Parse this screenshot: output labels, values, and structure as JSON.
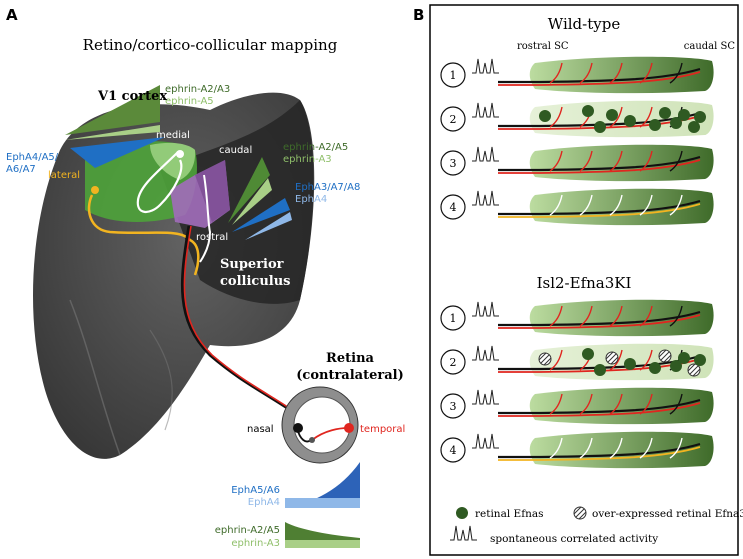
{
  "panel_a": {
    "letter": "A",
    "title": "Retino/cortico-collicular mapping",
    "v1_label": "V1 cortex",
    "v1_gradient_top": "ephrin-A2/A3",
    "v1_gradient_bottom": "ephrin-A5",
    "eph_left_line1": "EphA4/A5/",
    "eph_left_line2": "A6/A7",
    "lateral": "lateral",
    "medial": "medial",
    "caudal": "caudal",
    "rostral": "rostral",
    "sc_gradient_top": "ephrin-A2/A5",
    "sc_gradient_bottom": "ephrin-A3",
    "sc_eph_top": "EphA3/A7/A8",
    "sc_eph_bottom": "EphA4",
    "sc_label_line1": "Superior",
    "sc_label_line2": "colliculus",
    "retina_line1": "Retina",
    "retina_line2": "(contralateral)",
    "nasal": "nasal",
    "temporal": "temporal",
    "ret_eph_top": "EphA5/A6",
    "ret_eph_bottom": "EphA4",
    "ret_ephrin_top": "ephrin-A2/A5",
    "ret_ephrin_bottom": "ephrin-A3"
  },
  "panel_b": {
    "letter": "B",
    "wt_title": "Wild-type",
    "rostral_sc": "rostral SC",
    "caudal_sc": "caudal SC",
    "ki_title": "Isl2-Efna3KI",
    "stage_numbers": [
      "1",
      "2",
      "3",
      "4"
    ],
    "legend_retinal": "retinal Efnas",
    "legend_over": "over-expressed retinal Efna3",
    "legend_activity": "spontaneous correlated activity"
  },
  "colors": {
    "dark_green": "#3f6b2a",
    "mid_green": "#6fa04a",
    "light_green": "#a9cf87",
    "pale_green": "#dcebc9",
    "blue": "#1f6fc4",
    "light_blue": "#8fb8e8",
    "red": "#e0261f",
    "yellow": "#f2b420",
    "purple": "#9b6fb0",
    "brain_dark": "#3a3a3a"
  }
}
